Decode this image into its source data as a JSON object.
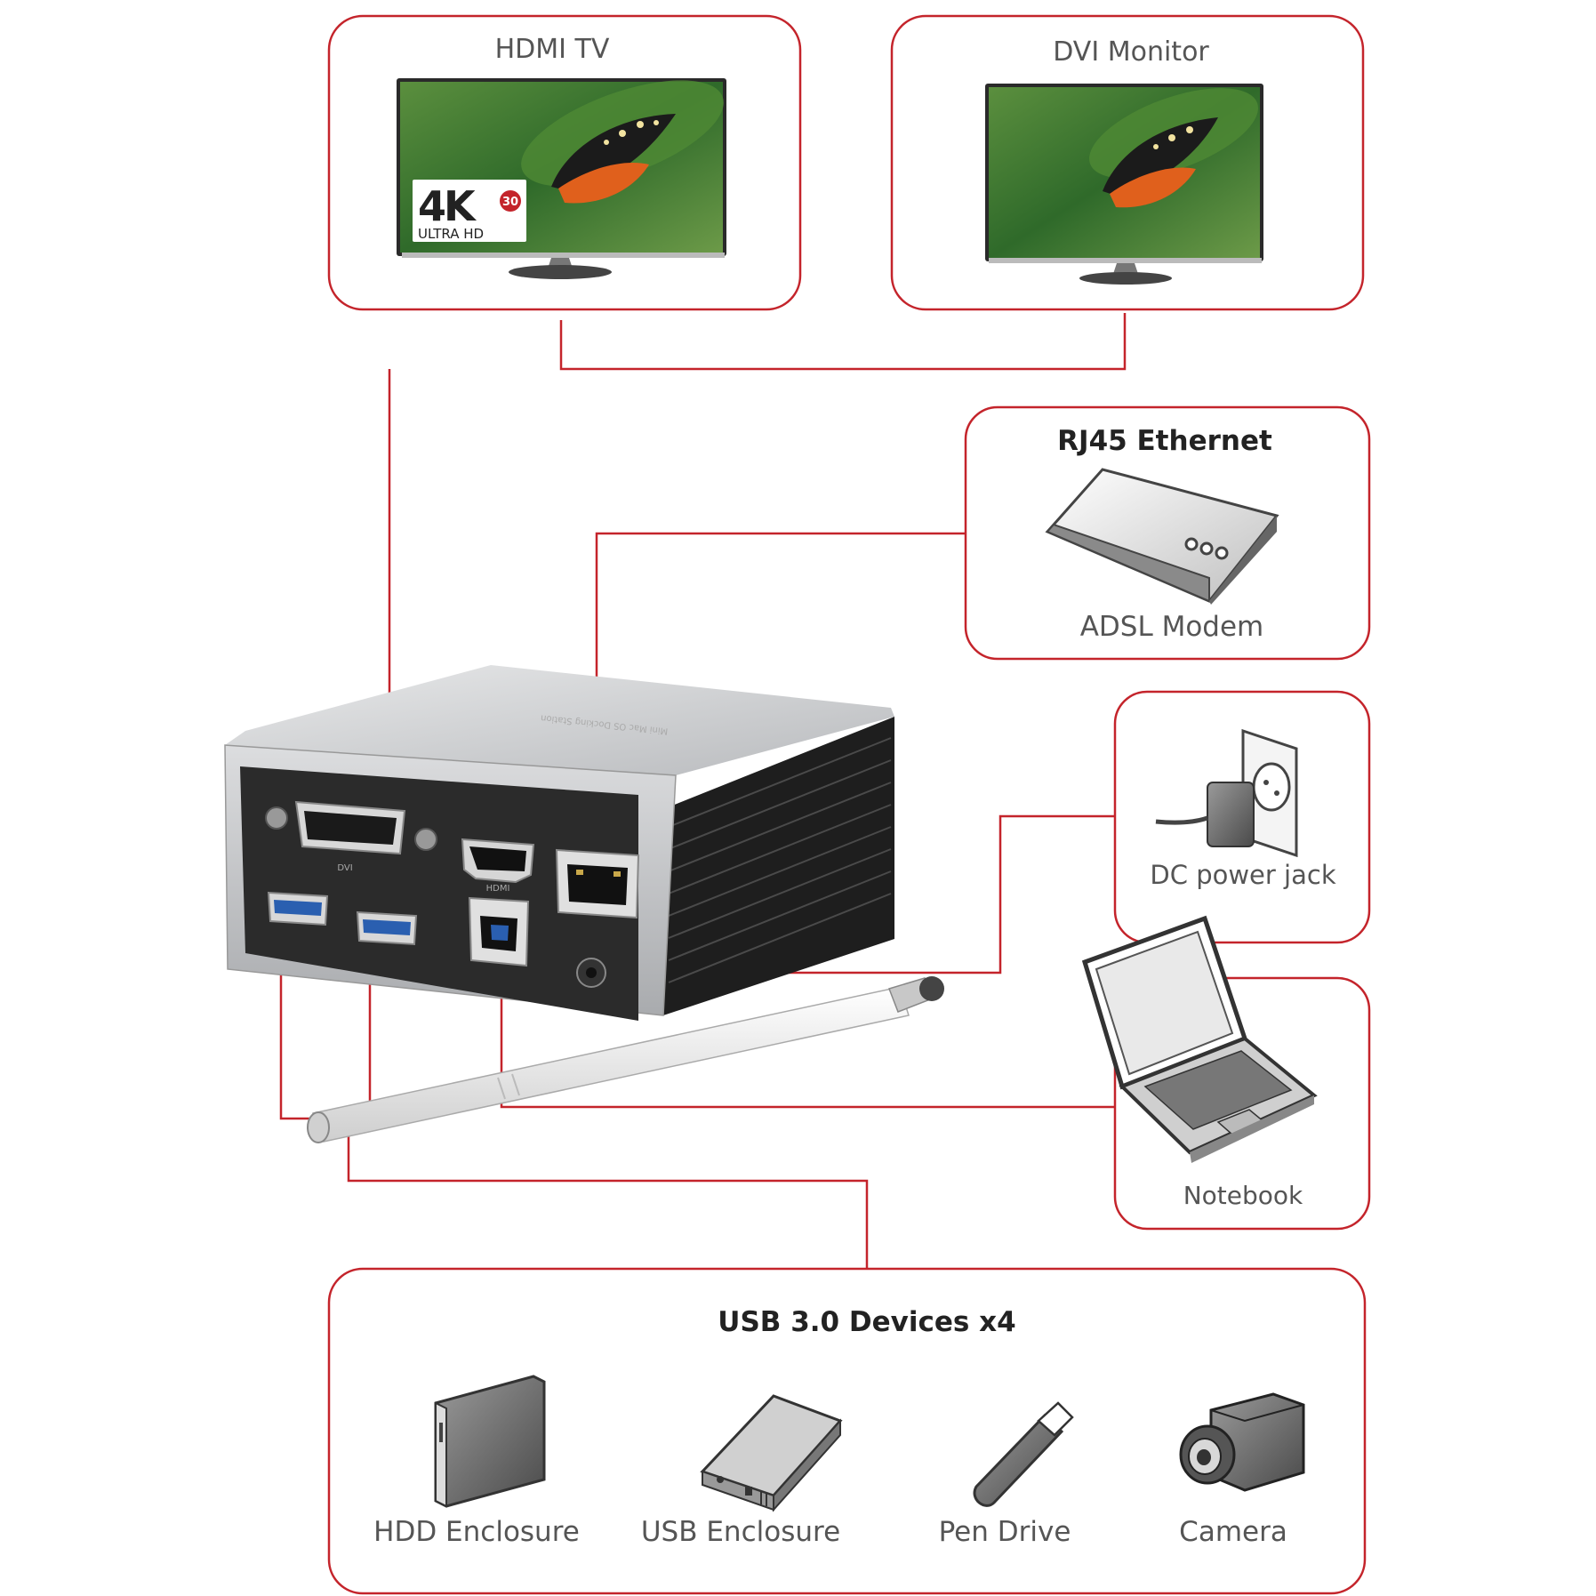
{
  "colors": {
    "accent_red": "#c4242b",
    "box_border": "#c4242b",
    "dock_silver": "#c9cbcd",
    "dock_panel": "#2b2b2b",
    "screen_green": "#3d6a2f",
    "butterfly_orange": "#e0601c"
  },
  "devices": {
    "hdmi_tv": {
      "label": "HDMI TV",
      "badge_main": "4K",
      "badge_sup": "30",
      "badge_sub": "ULTRA HD"
    },
    "dvi_monitor": {
      "label": "DVI Monitor"
    },
    "ethernet": {
      "title": "RJ45 Ethernet",
      "label": "ADSL Modem"
    },
    "power": {
      "label": "DC power jack"
    },
    "notebook": {
      "label": "Notebook"
    },
    "usb": {
      "title": "USB 3.0 Devices x4",
      "items": [
        {
          "label": "HDD Enclosure",
          "icon": "hdd-icon"
        },
        {
          "label": "USB Enclosure",
          "icon": "usb-enclosure-icon"
        },
        {
          "label": "Pen Drive",
          "icon": "pen-drive-icon"
        },
        {
          "label": "Camera",
          "icon": "camera-icon"
        }
      ]
    }
  },
  "dock": {
    "top_text": "Mini Mac OS Docking Station",
    "port_labels": {
      "dvi": "DVI",
      "hdmi": "HDMI"
    }
  }
}
